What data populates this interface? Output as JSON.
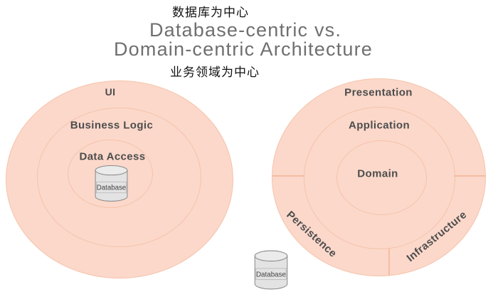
{
  "header": {
    "top_label_zh": "数据库为中心",
    "title_line1": "Database-centric vs.",
    "title_line2": "Domain-centric Architecture",
    "bottom_label_zh": "业务领域为中心"
  },
  "left_diagram": {
    "name": "database-centric-architecture",
    "rings": [
      "UI",
      "Business Logic",
      "Data Access"
    ],
    "database_label": "Database"
  },
  "right_diagram": {
    "name": "domain-centric-architecture",
    "rings": [
      "Presentation",
      "Application",
      "Domain"
    ],
    "segments": [
      "Persistence",
      "Infrastructure"
    ],
    "database_label": "Database"
  },
  "colors": {
    "circle_fill": "#fbd8ca",
    "circle_stroke": "#f6c3ab",
    "divider_stroke": "#f3bda2",
    "title_text": "#6f6f6f",
    "label_text": "#4d4d4d",
    "chinese_text": "#111111",
    "cylinder_fill": "#e3e3e3",
    "cylinder_top_fill": "#ebebeb",
    "cylinder_stroke": "#8a8a8a"
  }
}
